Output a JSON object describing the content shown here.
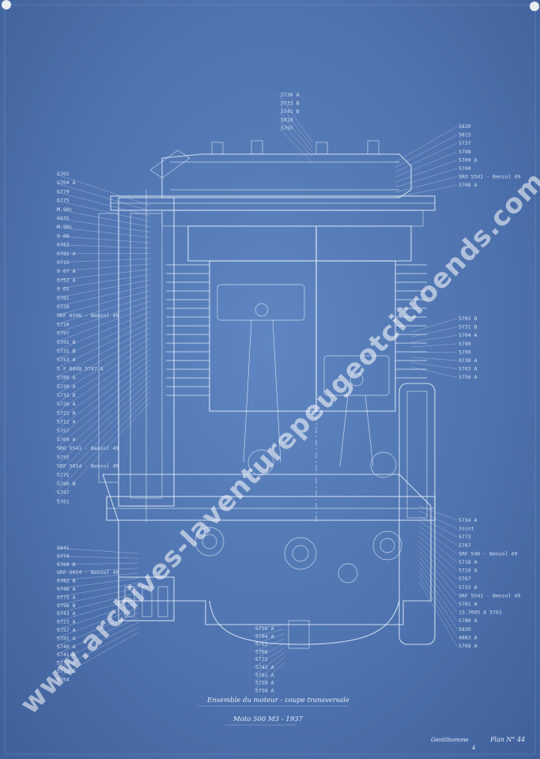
{
  "drawing": {
    "title": "Ensemble du moteur - coupe transversale",
    "subtitle": "Moto 500 M3 - 1937",
    "plate": "Plan N° 44",
    "signature": "Gentilhomme",
    "mark": "4"
  },
  "watermark": {
    "text": "www.archives-laventurepeugeotcitroends.com"
  },
  "labels_top": [
    "5736 A",
    "5733 B",
    "5741 B",
    "5816",
    "5797"
  ],
  "labels_left_upper": [
    "5702",
    "5704 A",
    "5779",
    "5775",
    "M 90c",
    "5835",
    "M 90c",
    "5 06",
    "5762",
    "5781 A",
    "5715",
    "5 67 A",
    "5752 A",
    "5 65",
    "5781",
    "5726",
    "SRF 6546 - Benzol 49",
    "5710",
    "5797",
    "5701 B",
    "5731 B",
    "5753 A",
    "5 F 6848 5747 A",
    "5786 A",
    "5739 A",
    "5732 B",
    "5726 A",
    "5721 B",
    "5712 A",
    "5757",
    "5769 A",
    "SRO 5541 - Benzol 49",
    "5755",
    "SRF 5014 - Benzol 49",
    "5775",
    "5780 B",
    "5797",
    "5761"
  ],
  "labels_left_lower": [
    "5841",
    "5774",
    "5769 B",
    "SRF 5014 - Benzol 49",
    "5782 B",
    "5748 A",
    "5775 A",
    "5796 B",
    "5743 A",
    "5723 A",
    "5757 A",
    "5781 A",
    "5749 A",
    "5741 A",
    "5737 A",
    "5712 B",
    "5764"
  ],
  "labels_right_upper": [
    "5820",
    "5815",
    "5737",
    "5798",
    "5709 A",
    "5760",
    "SRO 5541 - Benzol 49",
    "5708 A"
  ],
  "labels_right_middle": [
    "5702 B",
    "5731 B",
    "5704 A",
    "5790",
    "5799",
    "0730 A",
    "5703 A",
    "5750 A"
  ],
  "labels_right_lower": [
    "5734 A",
    "Joint",
    "5773",
    "5767",
    "SRF 546 - Benzol 49",
    "5718 A",
    "5719 A",
    "5767",
    "5733 A",
    "SRF 5541 - Benzol 49",
    "5761 A",
    "13.7005 A 5761",
    "5780 A",
    "5830",
    "4883 A",
    "5768 A"
  ],
  "labels_bottom": [
    "5716 A",
    "5704 A",
    "5763",
    "5760",
    "5772",
    "5742 A",
    "5761 A",
    "5718 A",
    "5758 A"
  ]
}
